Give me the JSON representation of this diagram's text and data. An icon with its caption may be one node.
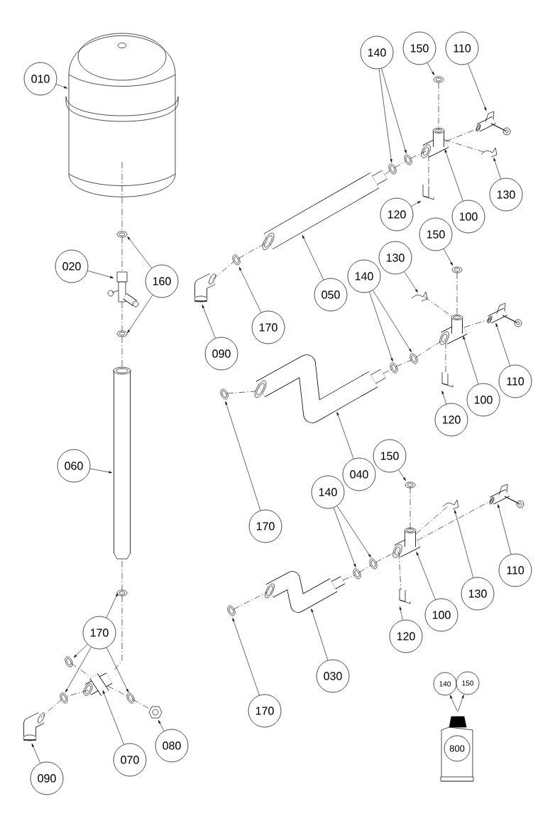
{
  "diagram": {
    "nodes": [
      {
        "text": [
          "010"
        ]
      },
      {
        "text": [],
        "shape": "picture"
      },
      {
        "text": [
          "020"
        ]
      },
      {
        "text": [
          "160"
        ]
      },
      {
        "text": [],
        "shape": "picture"
      },
      {
        "text": [],
        "shape": "picture"
      },
      {
        "text": [],
        "shape": "picture"
      },
      {
        "text": [
          "060"
        ]
      },
      {
        "text": [],
        "shape": "picture"
      },
      {
        "text": [
          "170"
        ]
      },
      {
        "text": [],
        "shape": "picture"
      },
      {
        "text": [],
        "shape": "picture"
      },
      {
        "text": [],
        "shape": "picture"
      },
      {
        "text": [],
        "shape": "picture"
      },
      {
        "text": [],
        "shape": "picture"
      },
      {
        "text": [],
        "shape": "picture"
      },
      {
        "text": [],
        "shape": "picture"
      },
      {
        "text": [
          "080"
        ]
      },
      {
        "text": [
          "070"
        ]
      },
      {
        "text": [
          "090"
        ]
      },
      {
        "text": [
          "140"
        ]
      },
      {
        "text": [
          "150"
        ]
      },
      {
        "text": [
          "110"
        ]
      },
      {
        "text": [],
        "shape": "picture"
      },
      {
        "text": [],
        "shape": "picture"
      },
      {
        "text": [],
        "shape": "picture"
      },
      {
        "text": [],
        "shape": "picture"
      },
      {
        "text": [],
        "shape": "picture"
      },
      {
        "text": [],
        "shape": "picture"
      },
      {
        "text": [],
        "shape": "picture"
      },
      {
        "text": [
          "130"
        ]
      },
      {
        "text": [
          "120"
        ]
      },
      {
        "text": [
          "100"
        ]
      },
      {
        "text": [],
        "shape": "picture"
      },
      {
        "text": [],
        "shape": "picture"
      },
      {
        "text": [],
        "shape": "picture"
      },
      {
        "text": [
          "050"
        ]
      },
      {
        "text": [
          "170"
        ]
      },
      {
        "text": [
          "090"
        ]
      },
      {
        "text": [
          "150"
        ]
      },
      {
        "text": [
          "130"
        ]
      },
      {
        "text": [
          "140"
        ]
      },
      {
        "text": [],
        "shape": "picture"
      },
      {
        "text": [],
        "shape": "picture"
      },
      {
        "text": [],
        "shape": "picture"
      },
      {
        "text": [],
        "shape": "picture"
      },
      {
        "text": [],
        "shape": "picture"
      },
      {
        "text": [],
        "shape": "picture"
      },
      {
        "text": [],
        "shape": "picture"
      },
      {
        "text": [],
        "shape": "picture"
      },
      {
        "text": [],
        "shape": "picture"
      },
      {
        "text": [
          "110"
        ]
      },
      {
        "text": [
          "100"
        ]
      },
      {
        "text": [
          "120"
        ]
      },
      {
        "text": [
          "040"
        ]
      },
      {
        "text": [
          "170"
        ]
      },
      {
        "text": [
          "150"
        ]
      },
      {
        "text": [
          "140"
        ]
      },
      {
        "text": [],
        "shape": "picture"
      },
      {
        "text": [],
        "shape": "picture"
      },
      {
        "text": [],
        "shape": "picture"
      },
      {
        "text": [],
        "shape": "picture"
      },
      {
        "text": [],
        "shape": "picture"
      },
      {
        "text": [],
        "shape": "picture"
      },
      {
        "text": [],
        "shape": "picture"
      },
      {
        "text": [],
        "shape": "picture"
      },
      {
        "text": [],
        "shape": "picture"
      },
      {
        "text": [
          "110"
        ]
      },
      {
        "text": [
          "130"
        ]
      },
      {
        "text": [
          "100"
        ]
      },
      {
        "text": [
          "120"
        ]
      },
      {
        "text": [
          "030"
        ]
      },
      {
        "text": [
          "170"
        ]
      },
      {
        "text": [
          "140"
        ]
      },
      {
        "text": [
          "150"
        ]
      },
      {
        "text": [],
        "shape": "picture"
      },
      {
        "text": [
          "800"
        ],
        "in": 75
      }
    ],
    "edges": [
      {
        "from": 0,
        "to": 1,
        "arrow": "to"
      },
      {
        "from": 2,
        "to": 5,
        "arrow": "to"
      },
      {
        "from": 3,
        "to": 4,
        "arrow": "to"
      },
      {
        "from": 3,
        "to": 6,
        "arrow": "to"
      },
      {
        "from": 7,
        "to": 8,
        "arrow": "to"
      },
      {
        "from": 9,
        "to": 10,
        "arrow": "to"
      },
      {
        "from": 9,
        "to": 11,
        "arrow": "to"
      },
      {
        "from": 9,
        "to": 12,
        "arrow": "to"
      },
      {
        "from": 9,
        "to": 13,
        "arrow": "to"
      },
      {
        "from": 18,
        "to": 14,
        "arrow": "to"
      },
      {
        "from": 17,
        "to": 15,
        "arrow": "to"
      },
      {
        "from": 19,
        "to": 16,
        "arrow": "to"
      },
      {
        "from": 20,
        "to": 26,
        "arrow": "to"
      },
      {
        "from": 20,
        "to": 27,
        "arrow": "to"
      },
      {
        "from": 21,
        "to": 23,
        "arrow": "to"
      },
      {
        "from": 22,
        "to": 24,
        "arrow": "to"
      },
      {
        "from": 30,
        "to": 28,
        "arrow": "to"
      },
      {
        "from": 31,
        "to": 29,
        "arrow": "to"
      },
      {
        "from": 32,
        "to": 25,
        "arrow": "to"
      },
      {
        "from": 36,
        "to": 33,
        "arrow": "to"
      },
      {
        "from": 37,
        "to": 34,
        "arrow": "to"
      },
      {
        "from": 38,
        "to": 35,
        "arrow": "to"
      },
      {
        "from": 39,
        "to": 42,
        "arrow": "to"
      },
      {
        "from": 40,
        "to": 43,
        "arrow": "to"
      },
      {
        "from": 41,
        "to": 46,
        "arrow": "to"
      },
      {
        "from": 41,
        "to": 47,
        "arrow": "to"
      },
      {
        "from": 51,
        "to": 44,
        "arrow": "to"
      },
      {
        "from": 52,
        "to": 45,
        "arrow": "to"
      },
      {
        "from": 53,
        "to": 50,
        "arrow": "to"
      },
      {
        "from": 54,
        "to": 48,
        "arrow": "to"
      },
      {
        "from": 55,
        "to": 49,
        "arrow": "to"
      },
      {
        "from": 56,
        "to": 58,
        "arrow": "to"
      },
      {
        "from": 57,
        "to": 62,
        "arrow": "to"
      },
      {
        "from": 57,
        "to": 63,
        "arrow": "to"
      },
      {
        "from": 68,
        "to": 59,
        "arrow": "to"
      },
      {
        "from": 67,
        "to": 60,
        "arrow": "to"
      },
      {
        "from": 69,
        "to": 61,
        "arrow": "to"
      },
      {
        "from": 70,
        "to": 66,
        "arrow": "to"
      },
      {
        "from": 71,
        "to": 64,
        "arrow": "to"
      },
      {
        "from": 72,
        "to": 65,
        "arrow": "to"
      },
      {
        "from": 75,
        "to": 73,
        "arrow": "to"
      },
      {
        "from": 75,
        "to": 74,
        "arrow": "to"
      },
      {
        "from": 1,
        "to": 4,
        "arrow": "none",
        "style": "dashed"
      },
      {
        "from": 4,
        "to": 5,
        "arrow": "none",
        "style": "dashed"
      },
      {
        "from": 5,
        "to": 6,
        "arrow": "none",
        "style": "dashed"
      },
      {
        "from": 6,
        "to": 8,
        "arrow": "none",
        "style": "dashed"
      },
      {
        "from": 8,
        "to": 10,
        "arrow": "none",
        "style": "dashed"
      },
      {
        "from": 10,
        "to": 14,
        "arrow": "none",
        "style": "dashed"
      },
      {
        "from": 11,
        "to": 14,
        "arrow": "none",
        "style": "dashed"
      },
      {
        "from": 14,
        "to": 12,
        "arrow": "none",
        "style": "dashed"
      },
      {
        "from": 12,
        "to": 16,
        "arrow": "none",
        "style": "dashed"
      },
      {
        "from": 14,
        "to": 13,
        "arrow": "none",
        "style": "dashed"
      },
      {
        "from": 13,
        "to": 15,
        "arrow": "none",
        "style": "dashed"
      },
      {
        "from": 35,
        "to": 34,
        "arrow": "none",
        "style": "dashed"
      },
      {
        "from": 34,
        "to": 33,
        "arrow": "none",
        "style": "dashed"
      },
      {
        "from": 33,
        "to": 26,
        "arrow": "none",
        "style": "dashed"
      },
      {
        "from": 26,
        "to": 27,
        "arrow": "none",
        "style": "dashed"
      },
      {
        "from": 27,
        "to": 25,
        "arrow": "none",
        "style": "dashed"
      },
      {
        "from": 25,
        "to": 24,
        "arrow": "none",
        "style": "dashed"
      },
      {
        "from": 23,
        "to": 25,
        "arrow": "none",
        "style": "dashed"
      },
      {
        "from": 25,
        "to": 28,
        "arrow": "none",
        "style": "dashed"
      },
      {
        "from": 25,
        "to": 29,
        "arrow": "none",
        "style": "dashed"
      },
      {
        "from": 49,
        "to": 48,
        "arrow": "none",
        "style": "dashed"
      },
      {
        "from": 48,
        "to": 46,
        "arrow": "none",
        "style": "dashed"
      },
      {
        "from": 46,
        "to": 47,
        "arrow": "none",
        "style": "dashed"
      },
      {
        "from": 47,
        "to": 45,
        "arrow": "none",
        "style": "dashed"
      },
      {
        "from": 45,
        "to": 44,
        "arrow": "none",
        "style": "dashed"
      },
      {
        "from": 42,
        "to": 45,
        "arrow": "none",
        "style": "dashed"
      },
      {
        "from": 43,
        "to": 45,
        "arrow": "none",
        "style": "dashed"
      },
      {
        "from": 45,
        "to": 50,
        "arrow": "none",
        "style": "dashed"
      },
      {
        "from": 65,
        "to": 64,
        "arrow": "none",
        "style": "dashed"
      },
      {
        "from": 64,
        "to": 62,
        "arrow": "none",
        "style": "dashed"
      },
      {
        "from": 62,
        "to": 63,
        "arrow": "none",
        "style": "dashed"
      },
      {
        "from": 63,
        "to": 61,
        "arrow": "none",
        "style": "dashed"
      },
      {
        "from": 61,
        "to": 60,
        "arrow": "none",
        "style": "dashed"
      },
      {
        "from": 58,
        "to": 61,
        "arrow": "none",
        "style": "dashed"
      },
      {
        "from": 61,
        "to": 59,
        "arrow": "none",
        "style": "dashed"
      },
      {
        "from": 61,
        "to": 66,
        "arrow": "none",
        "style": "dashed"
      }
    ]
  }
}
